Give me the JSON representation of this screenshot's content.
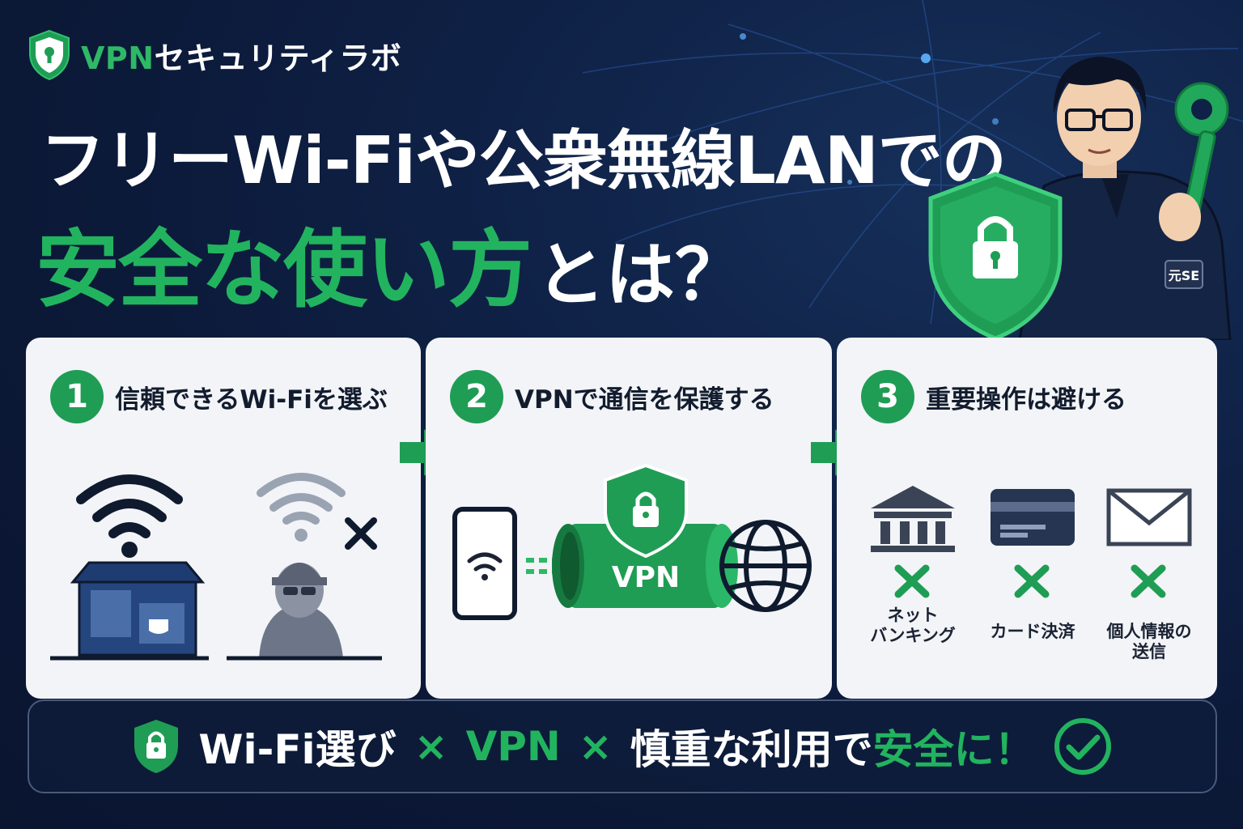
{
  "brand": {
    "vpn": "VPN",
    "rest": "セキュリティラボ"
  },
  "headline": {
    "line1": "フリーWi-Fiや公衆無線LANでの",
    "line2_green": "安全な使い方",
    "line2_white": "とは？"
  },
  "hero": {
    "patch": "元SE"
  },
  "steps": [
    {
      "num": "1",
      "title": "信頼できるWi-Fiを選ぶ"
    },
    {
      "num": "2",
      "title": "VPNで通信を保護する",
      "tunnel_label": "VPN"
    },
    {
      "num": "3",
      "title": "重要操作は避ける"
    }
  ],
  "risks": [
    {
      "icon": "bank-icon",
      "label_l1": "ネット",
      "label_l2": "バンキング"
    },
    {
      "icon": "credit-card-icon",
      "label_l1": "カード決済",
      "label_l2": ""
    },
    {
      "icon": "envelope-icon",
      "label_l1": "個人情報の",
      "label_l2": "送信"
    }
  ],
  "summary": {
    "part1": "Wi-Fi選び",
    "x1": "×",
    "part2": "VPN",
    "x2": "×",
    "part3": "慎重な利用で",
    "part4": "安全に！"
  },
  "colors": {
    "accent_green": "#22b35f",
    "badge_green": "#1f9d55",
    "navy": "#0b1836",
    "card_bg": "#f2f4f7"
  }
}
